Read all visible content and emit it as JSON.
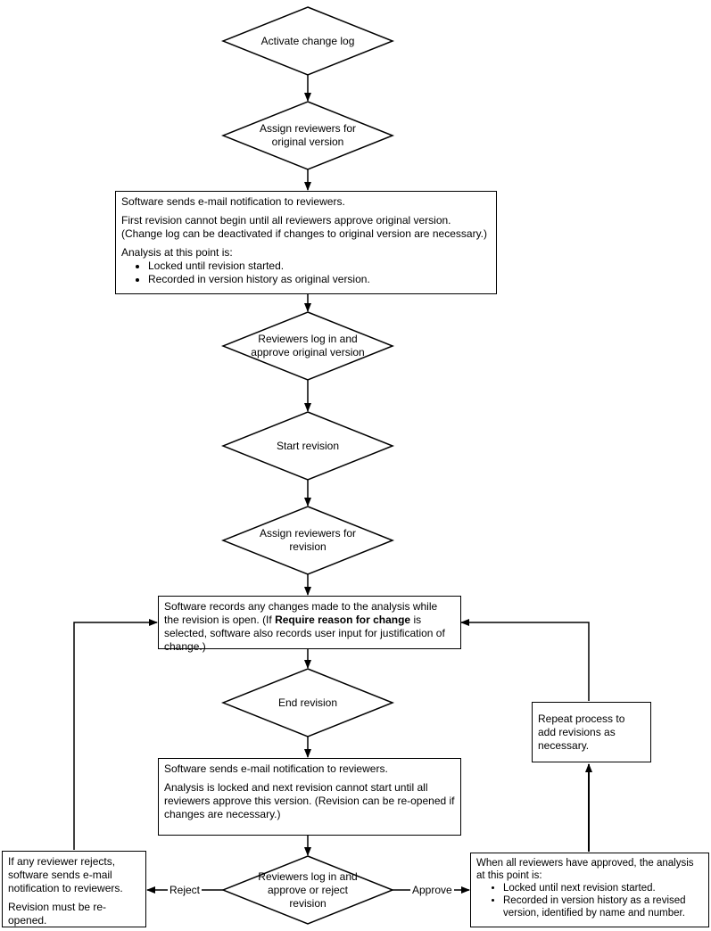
{
  "diagram": {
    "activate": "Activate change log",
    "assign_original": "Assign reviewers for original version",
    "notify_box": {
      "p1": "Software sends e-mail notification to reviewers.",
      "p2": "First revision cannot begin until all reviewers approve original version. (Change log can be deactivated if changes to original version are necessary.)",
      "p3": "Analysis at this point is:",
      "bullets": [
        "Locked until revision started.",
        "Recorded in version history as original version."
      ]
    },
    "approve_original": "Reviewers log in and approve original version",
    "start_revision": "Start revision",
    "assign_revision": "Assign reviewers for revision",
    "records_box": {
      "before": "Software records any changes made to the analysis while the revision is open. (If ",
      "bold": "Require reason for change",
      "after": " is selected, software also records user input for justification of change.)"
    },
    "end_revision": "End revision",
    "locked_box": {
      "p1": "Software sends e-mail notification to reviewers.",
      "p2": "Analysis is locked and next revision cannot start until all reviewers approve this version. (Revision can be re-opened if changes are necessary.)"
    },
    "approve_reject": "Reviewers log in and approve or reject revision",
    "reject_label": "Reject",
    "approve_label": "Approve",
    "reject_box": {
      "p1": "If any reviewer rejects, software sends e-mail notification to reviewers.",
      "p2": "Revision must be re-opened."
    },
    "approved_box": {
      "p1": "When all reviewers have approved, the analysis at this point is:",
      "bullets": [
        "Locked until next revision started.",
        "Recorded in version history as a revised version, identified by name and number."
      ]
    },
    "repeat_box": "Repeat process to add revisions as necessary."
  }
}
